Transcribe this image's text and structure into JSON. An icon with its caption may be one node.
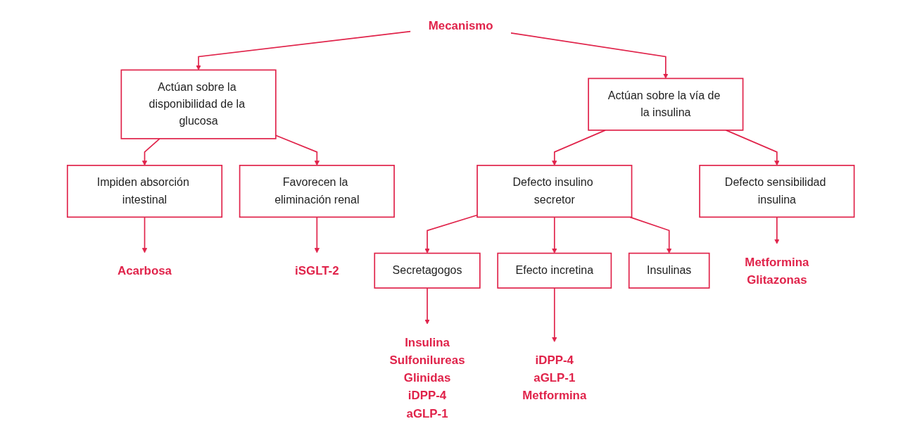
{
  "diagram": {
    "nodes": [
      {
        "text": [
          "Mecanismo"
        ]
      },
      {
        "text": [
          "Actúan sobre la disponibilidad de la glucosa"
        ]
      },
      {
        "text": [
          "Actúan sobre la vía de la insulina"
        ]
      },
      {
        "text": [
          "Impiden absorción intestinal"
        ]
      },
      {
        "text": [
          "Favorecen la eliminación renal"
        ]
      },
      {
        "text": [
          "Acarbosa"
        ]
      },
      {
        "text": [
          "iSGLT-2"
        ]
      },
      {
        "text": [
          "Defecto insulino secretor"
        ]
      },
      {
        "text": [
          "Defecto sensibilidad insulina"
        ]
      },
      {
        "text": [
          "Secretagogos"
        ]
      },
      {
        "text": [
          "Efecto incretina"
        ]
      },
      {
        "text": [
          "Insulinas"
        ]
      },
      {
        "text": [
          "Insulina",
          "Sulfonilureas",
          "Glinidas",
          "iDPP-4",
          "aGLP-1"
        ]
      },
      {
        "text": [
          "iDPP-4",
          "aGLP-1",
          "Metformina"
        ]
      },
      {
        "text": [
          "Metformina",
          "Glitazonas"
        ]
      }
    ],
    "edges": [
      {
        "from": 0,
        "to": 1,
        "arrow": "to"
      },
      {
        "from": 0,
        "to": 2,
        "arrow": "to"
      },
      {
        "from": 1,
        "to": 3,
        "arrow": "to"
      },
      {
        "from": 1,
        "to": 4,
        "arrow": "to"
      },
      {
        "from": 3,
        "to": 5,
        "arrow": "to"
      },
      {
        "from": 4,
        "to": 6,
        "arrow": "to"
      },
      {
        "from": 2,
        "to": 7,
        "arrow": "to"
      },
      {
        "from": 2,
        "to": 8,
        "arrow": "to"
      },
      {
        "from": 7,
        "to": 9,
        "arrow": "to"
      },
      {
        "from": 7,
        "to": 10,
        "arrow": "to"
      },
      {
        "from": 7,
        "to": 11,
        "arrow": "to"
      },
      {
        "from": 9,
        "to": 12,
        "arrow": "to"
      },
      {
        "from": 10,
        "to": 13,
        "arrow": "to"
      },
      {
        "from": 8,
        "to": 14,
        "arrow": "to"
      }
    ]
  }
}
